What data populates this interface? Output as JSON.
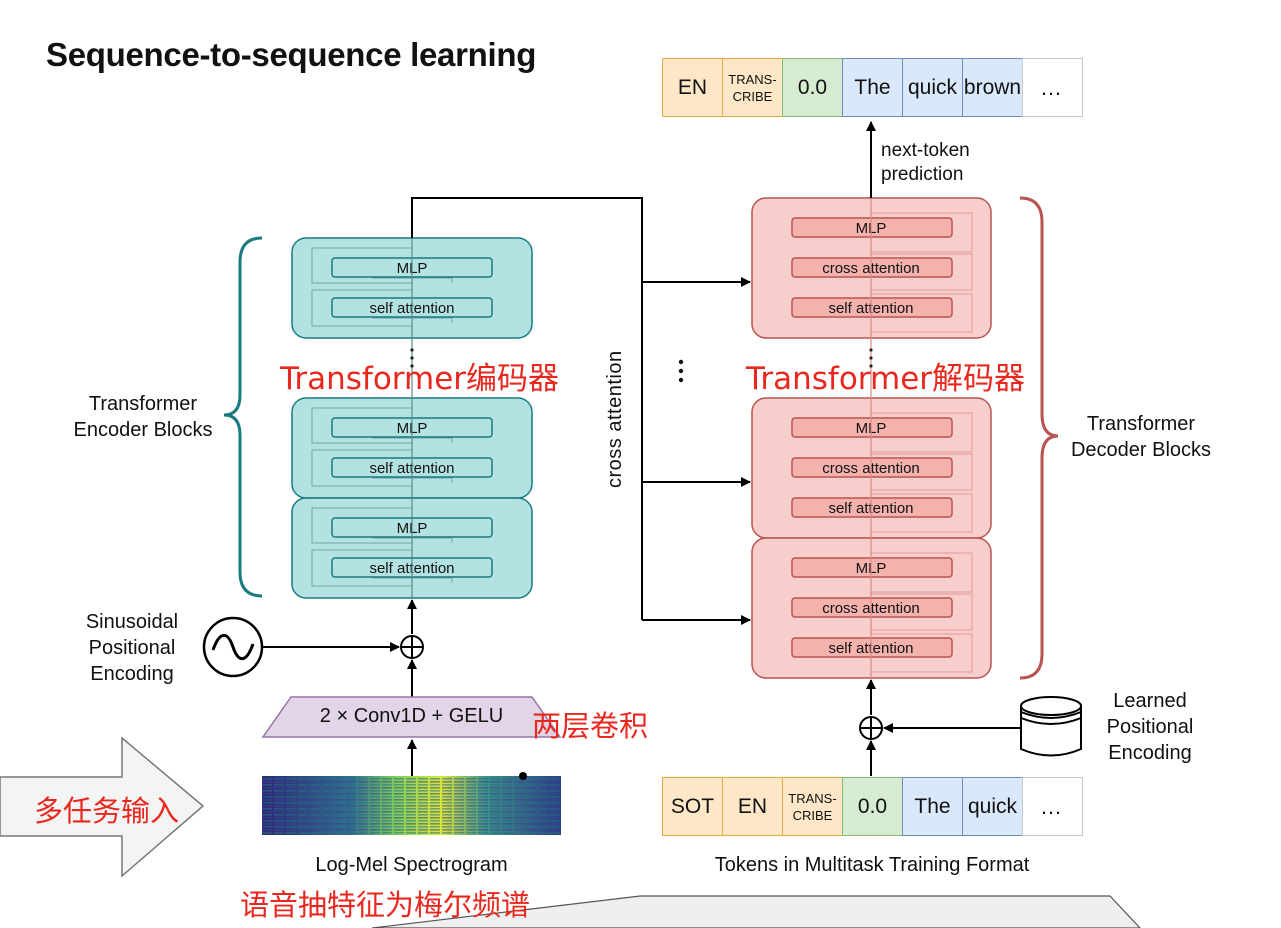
{
  "title": "Sequence-to-sequence learning",
  "encoder": {
    "block_mlp": "MLP",
    "block_self_attention": "self attention",
    "side_label_line1": "Transformer",
    "side_label_line2": "Encoder Blocks",
    "cn_label": "Transformer编码器",
    "teal_color": "#1a7a7e",
    "fill_color": "#b2e3e2"
  },
  "decoder": {
    "block_mlp": "MLP",
    "block_cross_attention": "cross attention",
    "block_self_attention": "self attention",
    "side_label_line1": "Transformer",
    "side_label_line2": "Decoder Blocks",
    "cn_label": "Transformer解码器",
    "red_color": "#b85450",
    "fill_color": "#f8cecc"
  },
  "cross_attention_label": "cross attention",
  "next_token_label_line1": "next-token",
  "next_token_label_line2": "prediction",
  "sinusoidal_label": [
    "Sinusoidal",
    "Positional",
    "Encoding"
  ],
  "learned_label": [
    "Learned",
    "Positional",
    "Encoding"
  ],
  "conv_label": "2 × Conv1D + GELU",
  "conv_cn_label": "两层卷积",
  "spectrogram_label": "Log-Mel Spectrogram",
  "spectrogram_cn_label": "语音抽特征为梅尔频谱",
  "multitask_cn_label": "多任务输入",
  "tokens_format_label": "Tokens in Multitask Training Format",
  "output_tokens": [
    "EN",
    "TRANS-\nCRIBE",
    "0.0",
    "The",
    "quick",
    "brown",
    "…"
  ],
  "input_tokens": [
    "SOT",
    "EN",
    "TRANS-\nCRIBE",
    "0.0",
    "The",
    "quick",
    "…"
  ]
}
